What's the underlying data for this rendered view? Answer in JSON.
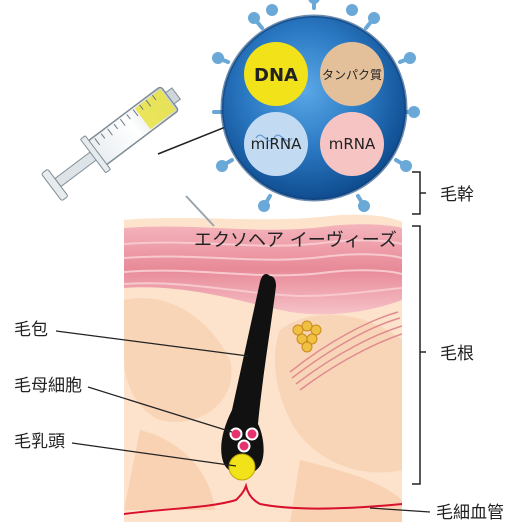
{
  "title": "エクソソーム",
  "banner": "エクソヘア イーヴィーズ",
  "cargo": {
    "dna": "DNA",
    "protein": "タンパク質",
    "mirna": "miRNA",
    "mrna": "mRNA"
  },
  "labels": {
    "hair_shaft": "毛幹",
    "hair_root": "毛根",
    "follicle": "毛包",
    "matrix_cell": "毛母細胞",
    "papilla": "毛乳頭",
    "capillary": "毛細血管"
  },
  "colors": {
    "exosome": "#1f6fb8",
    "dna_yellow": "#f2e21a",
    "protein_beige": "#e3bf9a",
    "mirna_blue": "#c3daf3",
    "mrna_pink": "#f7c4c4",
    "skin_bg": "#fde3cc",
    "skin_stripe": "#ec9aa6",
    "capillary_red": "#d8102c",
    "matrix_pink": "#e6336e"
  }
}
